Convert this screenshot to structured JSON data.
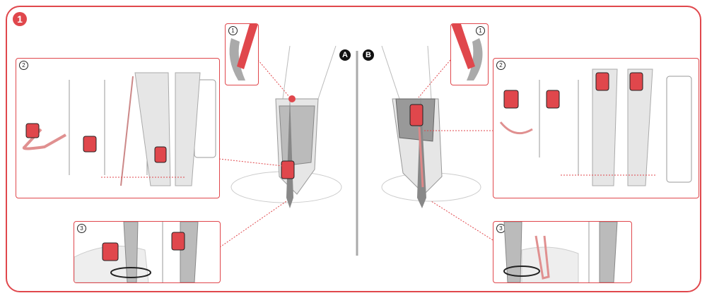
{
  "step_number": "1",
  "views": {
    "left": "A",
    "right": "B"
  },
  "detail_numbers": {
    "one": "1",
    "two": "2",
    "three": "3"
  },
  "colors": {
    "accent": "#e0474c",
    "boot": "#d9d9d9",
    "strap": "#f4b4b0"
  }
}
